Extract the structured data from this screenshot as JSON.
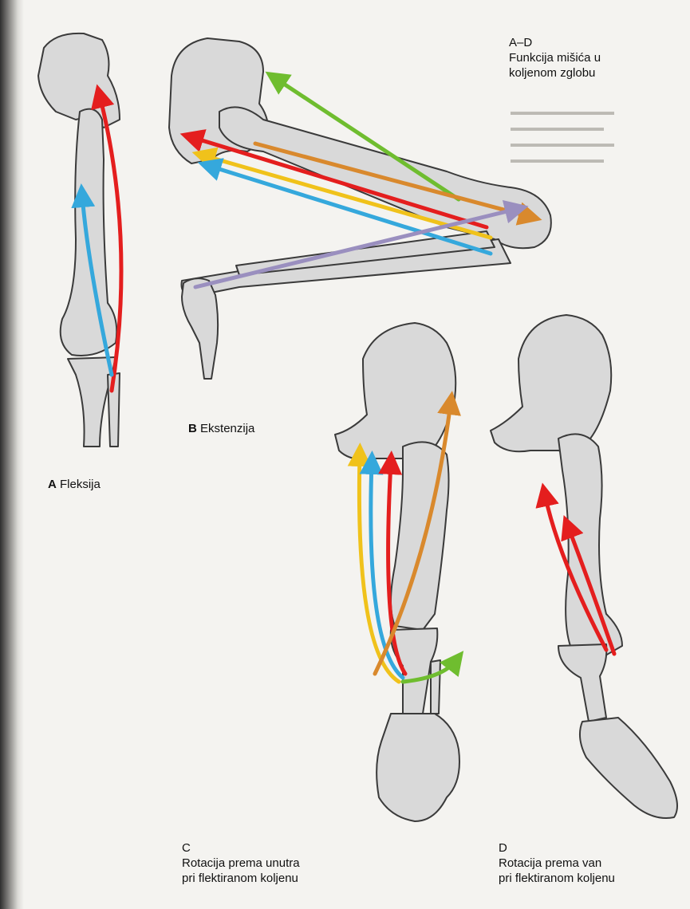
{
  "header": {
    "range": "A–D",
    "title_line1": "Funkcija mišića u",
    "title_line2": "koljenom zglobu"
  },
  "panels": [
    {
      "letter": "A",
      "caption": "Fleksija"
    },
    {
      "letter": "B",
      "caption": "Ekstenzija"
    },
    {
      "letter": "C",
      "caption_line1": "Rotacija prema unutra",
      "caption_line2": "pri flektiranom koljenu"
    },
    {
      "letter": "D",
      "caption_line1": "Rotacija prema van",
      "caption_line2": "pri flektiranom koljenu"
    }
  ],
  "colors": {
    "bone": "#d9d9d9",
    "bone_outline": "#3a3a3a",
    "red": "#e41e1e",
    "blue": "#35a8dc",
    "green": "#6fbd2f",
    "orange": "#d9892d",
    "yellow": "#f0c21b",
    "purple": "#9a8fbf"
  }
}
